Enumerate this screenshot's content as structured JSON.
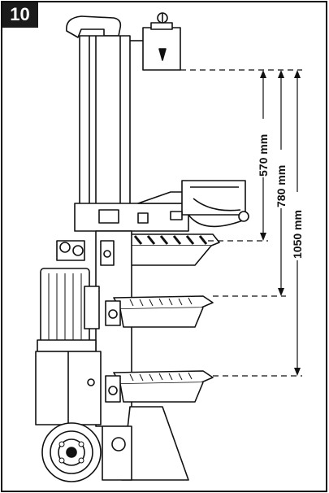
{
  "figure": {
    "number": "10"
  },
  "dimensions": [
    {
      "label": "570 mm"
    },
    {
      "label": "780 mm"
    },
    {
      "label": "1050 mm"
    }
  ],
  "colors": {
    "ink": "#111111",
    "badge_bg": "#1a1a1a",
    "badge_fg": "#ffffff",
    "paper": "#ffffff"
  }
}
